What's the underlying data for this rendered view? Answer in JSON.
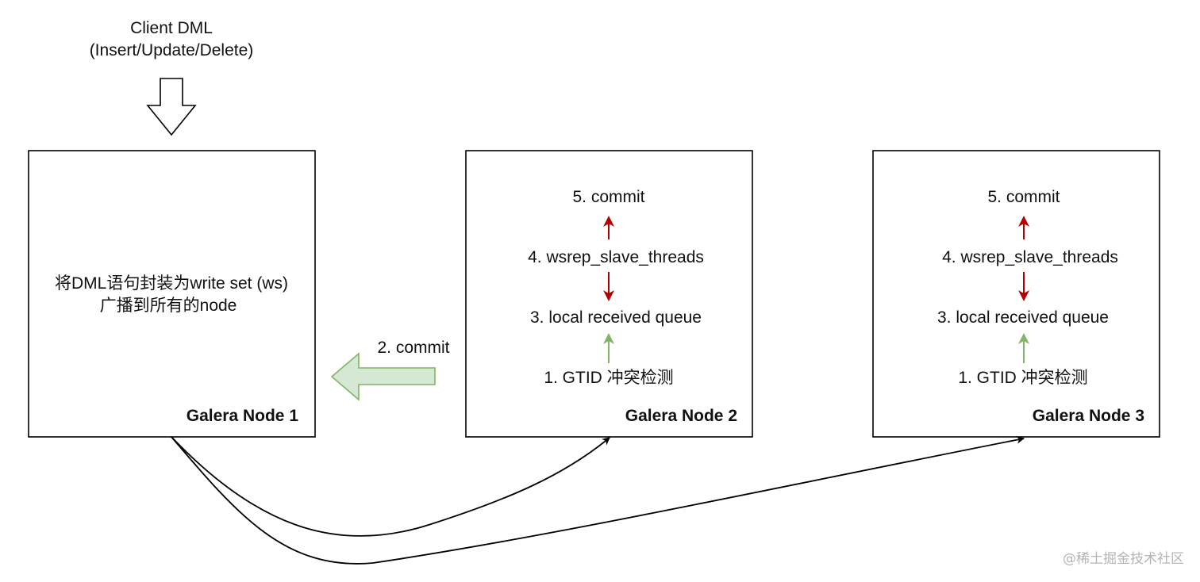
{
  "client": {
    "line1": "Client DML",
    "line2": "(Insert/Update/Delete)"
  },
  "node1": {
    "title": "Galera Node 1",
    "desc_line1": "将DML语句封装为write set (ws)",
    "desc_line2": "广播到所有的node"
  },
  "node2": {
    "title": "Galera Node 2",
    "step1": "1. GTID 冲突检测",
    "step3": "3. local received queue",
    "step4": "4. wsrep_slave_threads",
    "step5": "5. commit"
  },
  "node3": {
    "title": "Galera Node 3",
    "step1": "1. GTID 冲突检测",
    "step3": "3. local received queue",
    "step4": "4. wsrep_slave_threads",
    "step5": "5. commit"
  },
  "commit_back": {
    "label": "2. commit"
  },
  "watermark": "@稀土掘金技术社区",
  "colors": {
    "arrow_green": "#82b366",
    "arrow_green_fill": "#d5e8d4",
    "arrow_red": "#b20000",
    "line": "#000000"
  }
}
